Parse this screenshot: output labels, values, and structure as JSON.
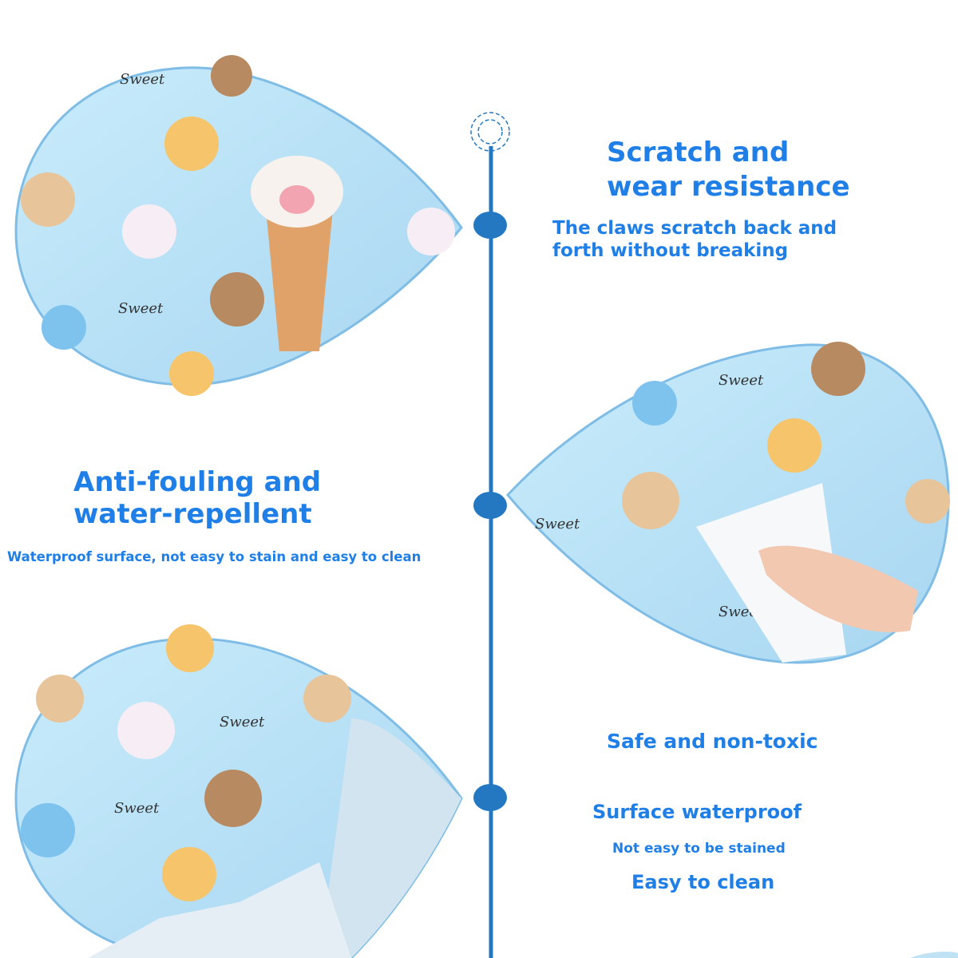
{
  "colors": {
    "accent": "#1f7fe6",
    "timeline": "#2478c2",
    "mat": "#bfe3f5"
  },
  "sections": [
    {
      "title_line1": "Scratch and",
      "title_line2": "wear resistance",
      "desc_line1": "The claws scratch back and",
      "desc_line2": "forth without breaking"
    },
    {
      "title_line1": "Anti-fouling and",
      "title_line2": "water-repellent",
      "desc": "Waterproof surface, not easy to stain and easy to clean"
    },
    {
      "title": "Safe and non-toxic",
      "sub1": "Surface waterproof",
      "sub2": "Not easy to be stained",
      "sub3": "Easy to clean"
    }
  ],
  "mat_print": "Sweet"
}
